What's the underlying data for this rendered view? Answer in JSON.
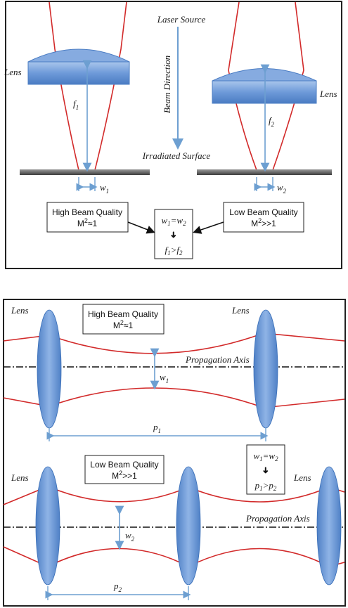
{
  "top_panel": {
    "laser_source": "Laser Source",
    "beam_direction": "Beam Direction",
    "irradiated_surface": "Irradiated Surface",
    "lens_left": "Lens",
    "lens_right": "Lens",
    "f1": {
      "main": "f",
      "sub": "1"
    },
    "f2": {
      "main": "f",
      "sub": "2"
    },
    "w1": {
      "main": "w",
      "sub": "1"
    },
    "w2": {
      "main": "w",
      "sub": "2"
    },
    "high_box": {
      "title": "High Beam Quality",
      "m2": "M",
      "m2_rel": "≈1"
    },
    "low_box": {
      "title": "Low Beam Quality",
      "m2": "M",
      "m2_rel": ">>1"
    },
    "center_box": {
      "line1": {
        "a": "w",
        "a_sub": "1",
        "eq": "=",
        "b": "w",
        "b_sub": "2"
      },
      "arrow": "➜",
      "line2": {
        "a": "f",
        "a_sub": "1",
        "rel": ">",
        "b": "f",
        "b_sub": "2"
      }
    }
  },
  "bottom_panel": {
    "lens_labels": [
      "Lens",
      "Lens",
      "Lens",
      "Lens"
    ],
    "high_box": {
      "title": "High Beam Quality",
      "m2": "M",
      "m2_rel": "≈1"
    },
    "low_box": {
      "title": "Low Beam Quality",
      "m2": "M",
      "m2_rel": ">>1"
    },
    "propagation_axis_1": "Propagation Axis",
    "propagation_axis_2": "Propagation Axis",
    "w1": {
      "main": "w",
      "sub": "1"
    },
    "w2": {
      "main": "w",
      "sub": "2"
    },
    "p1": {
      "main": "p",
      "sub": "1"
    },
    "p2": {
      "main": "p",
      "sub": "2"
    },
    "relation_box": {
      "line1": {
        "a": "w",
        "a_sub": "1",
        "eq": "=",
        "b": "w",
        "b_sub": "2"
      },
      "arrow": "➜",
      "line2": {
        "a": "p",
        "a_sub": "1",
        "rel": ">",
        "b": "p",
        "b_sub": "2"
      }
    }
  },
  "colors": {
    "beam": "#d22a2a",
    "lens_fill": "#5b8fd6",
    "lens_dark": "#3a6fb8",
    "arrow": "#6d9fd1",
    "surface": "#555555"
  }
}
